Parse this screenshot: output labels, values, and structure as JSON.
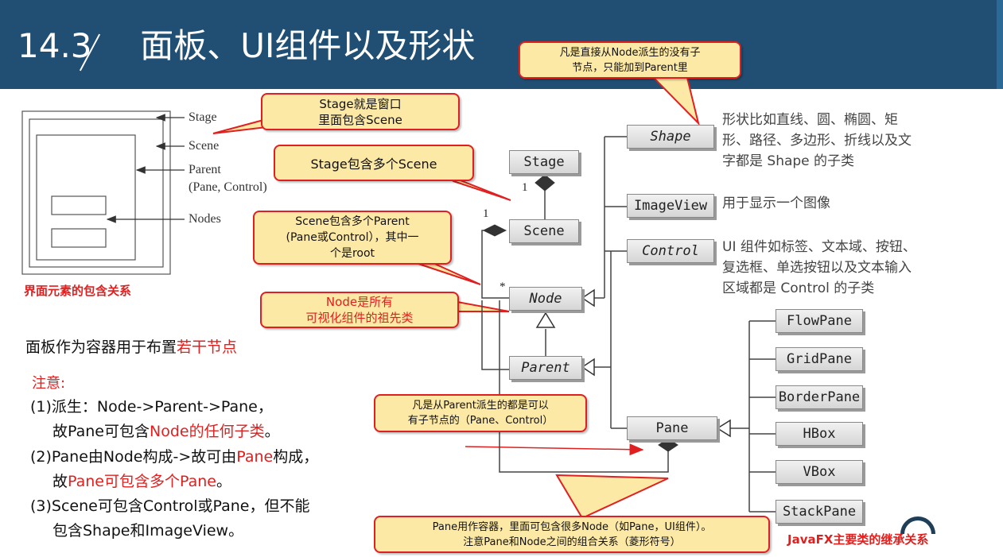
{
  "header": {
    "number": "14.3",
    "title": "面板、UI组件以及形状"
  },
  "containment": {
    "labels": {
      "stage": "Stage",
      "scene": "Scene",
      "parent": "Parent",
      "parent_sub": "(Pane, Control)",
      "nodes": "Nodes"
    },
    "caption": "界面元素的包含关系"
  },
  "classes": {
    "stage": "Stage",
    "scene": "Scene",
    "node": "Node",
    "parent": "Parent",
    "shape": "Shape",
    "imageview": "ImageView",
    "control": "Control",
    "pane": "Pane",
    "flowpane": "FlowPane",
    "gridpane": "GridPane",
    "borderpane": "BorderPane",
    "hbox": "HBox",
    "vbox": "VBox",
    "stackpane": "StackPane"
  },
  "multiplicity": {
    "stage_scene": "1",
    "scene_node": "1",
    "node_star": "*"
  },
  "descriptions": {
    "shape": [
      "形状比如直线、圆、椭圆、矩",
      "形、路径、多边形、折线以及文",
      "字都是 Shape 的子类"
    ],
    "imageview": "用于显示一个图像",
    "control": [
      "UI 组件如标签、文本域、按钮、",
      "复选框、单选按钮以及文本输入",
      "区域都是 Control 的子类"
    ]
  },
  "callouts": {
    "node_no_children": [
      "凡是直接从Node派生的没有子",
      "节点，只能加到Parent里"
    ],
    "stage_window": [
      "Stage就是窗口",
      "里面包含Scene"
    ],
    "stage_scene": [
      "Stage包含多个Scene"
    ],
    "scene_parent": [
      "Scene包含多个Parent",
      "(Pane或Control），其中一",
      "个是root"
    ],
    "node_ancestor": [
      "Node是所有",
      "可视化组件的祖先类"
    ],
    "parent_children": [
      "凡是从Parent派生的都是可以",
      "有子节点的（Pane、Control）"
    ],
    "pane_container": [
      "Pane用作容器，里面可包含很多Node（如Pane，UI组件）。",
      "注意Pane和Node之间的组合关系（菱形符号）"
    ]
  },
  "notes": {
    "intro_prefix": "面板作为容器用于布置",
    "intro_highlight": "若干节点",
    "heading": "注意:",
    "n1_a": "(1)派生：Node->Parent->Pane，",
    "n1_b_prefix": "故Pane可包含",
    "n1_b_highlight": "Node的任何子类",
    "n1_b_suffix": "。",
    "n2_a_prefix": "(2)Pane由Node构成->故可由",
    "n2_a_highlight": "Pane",
    "n2_a_suffix": "构成，",
    "n2_b_prefix": "故",
    "n2_b_highlight": "Pane可包含多个Pane",
    "n2_b_suffix": "。",
    "n3_a": "(3)Scene可包含Control或Pane，但不能",
    "n3_b": "包含Shape和ImageView。"
  },
  "footer_caption": "JavaFX主要类的继承关系",
  "colors": {
    "header_bg": "#214f73",
    "callout_bg": "#fde9a6",
    "callout_border": "#e02020",
    "highlight_red": "#e0201f"
  }
}
